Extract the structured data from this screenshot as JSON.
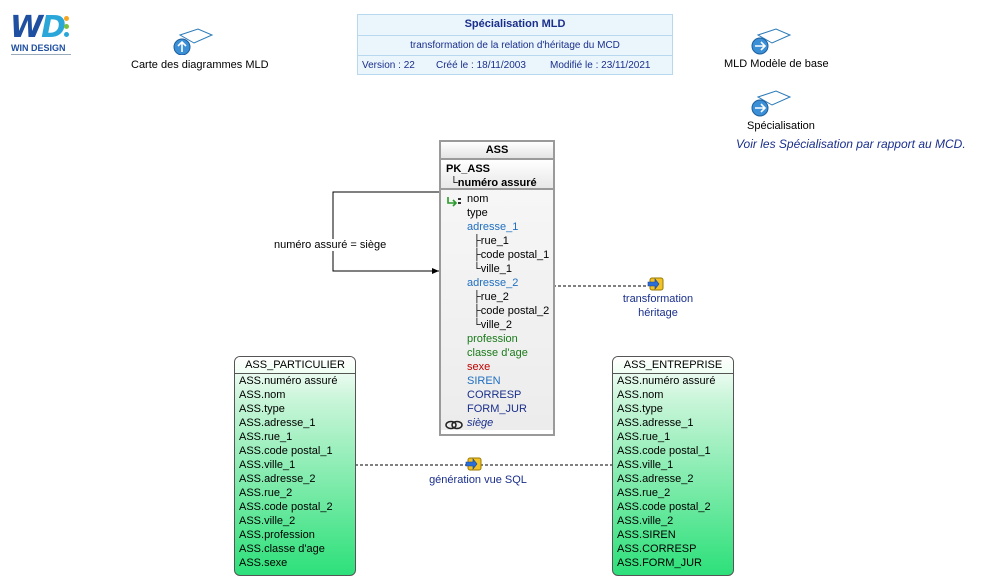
{
  "logo": {
    "text_wd": "WD",
    "brand": "WIN DESIGN"
  },
  "header": {
    "title": "Spécialisation MLD",
    "subtitle": "transformation de la relation d'héritage du MCD",
    "version": "Version : 22",
    "created": "Créé le : 18/11/2003",
    "modified": "Modifié le : 23/11/2021"
  },
  "links": {
    "carte": "Carte des diagrammes MLD",
    "mld_base": "MLD Modèle de base",
    "specialisation": "Spécialisation",
    "note": "Voir les Spécialisation par rapport au MCD."
  },
  "ass": {
    "title": "ASS",
    "pk_name": "PK_ASS",
    "pk_column": "└numéro assuré",
    "columns": [
      {
        "label": "nom",
        "color": "black"
      },
      {
        "label": "type",
        "color": "black"
      },
      {
        "label": "adresse_1",
        "color": "blue"
      },
      {
        "label": "├rue_1",
        "color": "black"
      },
      {
        "label": "├code postal_1",
        "color": "black"
      },
      {
        "label": "└ville_1",
        "color": "black"
      },
      {
        "label": "adresse_2",
        "color": "blue"
      },
      {
        "label": "├rue_2",
        "color": "black"
      },
      {
        "label": "├code postal_2",
        "color": "black"
      },
      {
        "label": "└ville_2",
        "color": "black"
      },
      {
        "label": "profession",
        "color": "green"
      },
      {
        "label": "classe d'age",
        "color": "green"
      },
      {
        "label": "sexe",
        "color": "red"
      },
      {
        "label": "SIREN",
        "color": "blue"
      },
      {
        "label": "CORRESP",
        "color": "navy"
      },
      {
        "label": "FORM_JUR",
        "color": "navy"
      },
      {
        "label": "siège",
        "color": "navyi"
      }
    ]
  },
  "self_relation_label": "numéro assuré = siège",
  "transform_label_1": "transformation",
  "transform_label_2": "héritage",
  "sql_label": "génération vue SQL",
  "particulier": {
    "title": "ASS_PARTICULIER",
    "rows": [
      "ASS.numéro assuré",
      "ASS.nom",
      "ASS.type",
      "ASS.adresse_1",
      "ASS.rue_1",
      "ASS.code postal_1",
      "ASS.ville_1",
      "ASS.adresse_2",
      "ASS.rue_2",
      "ASS.code postal_2",
      "ASS.ville_2",
      "ASS.profession",
      "ASS.classe d'age",
      "ASS.sexe"
    ]
  },
  "entreprise": {
    "title": "ASS_ENTREPRISE",
    "rows": [
      "ASS.numéro assuré",
      "ASS.nom",
      "ASS.type",
      "ASS.adresse_1",
      "ASS.rue_1",
      "ASS.code postal_1",
      "ASS.ville_1",
      "ASS.adresse_2",
      "ASS.rue_2",
      "ASS.code postal_2",
      "ASS.ville_2",
      "ASS.SIREN",
      "ASS.CORRESP",
      "ASS.FORM_JUR"
    ]
  },
  "colors": {
    "navy": "#1a2f8c",
    "blue": "#1f6fc0",
    "green": "#1a7a1a",
    "red": "#c00000",
    "view_green": "#2de07a"
  }
}
